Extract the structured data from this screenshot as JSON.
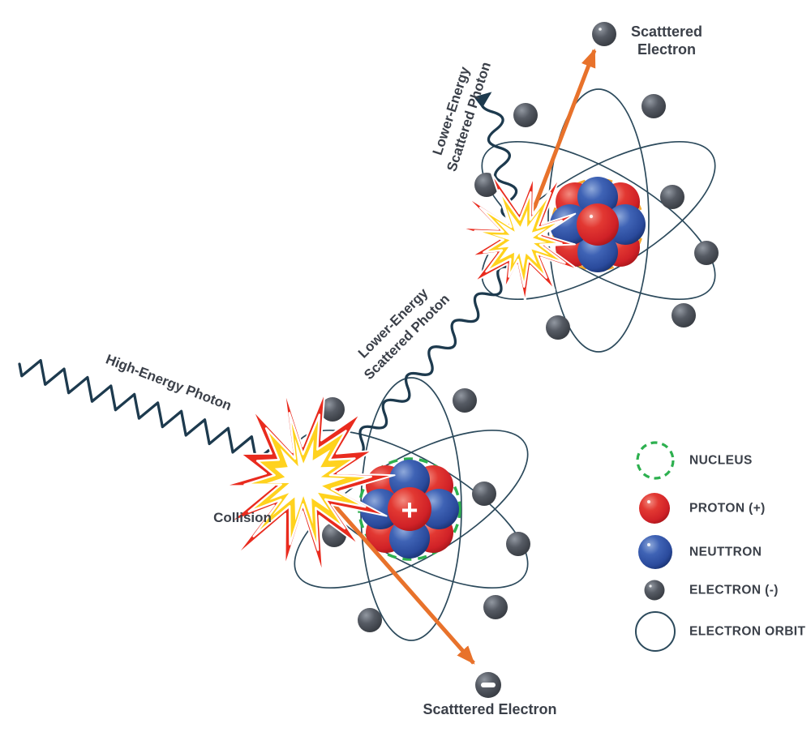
{
  "labels": {
    "scattered_electron_top": {
      "line1": "Scatttered",
      "line2": "Electron"
    },
    "photon_top": {
      "line1": "Lower-Energy",
      "line2": "Scattered Photon"
    },
    "photon_mid": {
      "line1": "Lower-Energy",
      "line2": "Scattered Photon"
    },
    "high_energy_photon": "High-Energy Photon",
    "collision": "Collision",
    "scattered_electron_bottom": "Scatttered Electron"
  },
  "nucleus": {
    "plus_sign": "+"
  },
  "scattered_electron": {
    "minus_sign": "-"
  },
  "legend": {
    "items": [
      {
        "label": "NUCLEUS",
        "symbol": "nucleus-dashed-circle"
      },
      {
        "label": "PROTON (+)",
        "symbol": "proton-ball"
      },
      {
        "label": "NEUTTRON",
        "symbol": "neutron-ball"
      },
      {
        "label": "ELECTRON (-)",
        "symbol": "electron-ball"
      },
      {
        "label": "ELECTRON ORBIT",
        "symbol": "orbit-circle"
      }
    ]
  },
  "colors": {
    "background": "#ffffff",
    "orbit": "#2c4a5c",
    "photon_wave": "#1d3a4e",
    "arrow": "#e8722b",
    "burst_red": "#e92b1e",
    "burst_yellow": "#ffd21e",
    "nucleus_green": "#2db04f",
    "nucleus_orange": "#f3a82c",
    "proton": "#d02127",
    "neutron": "#2a4a9c",
    "electron": "#43474f",
    "text": "#3b4049"
  }
}
